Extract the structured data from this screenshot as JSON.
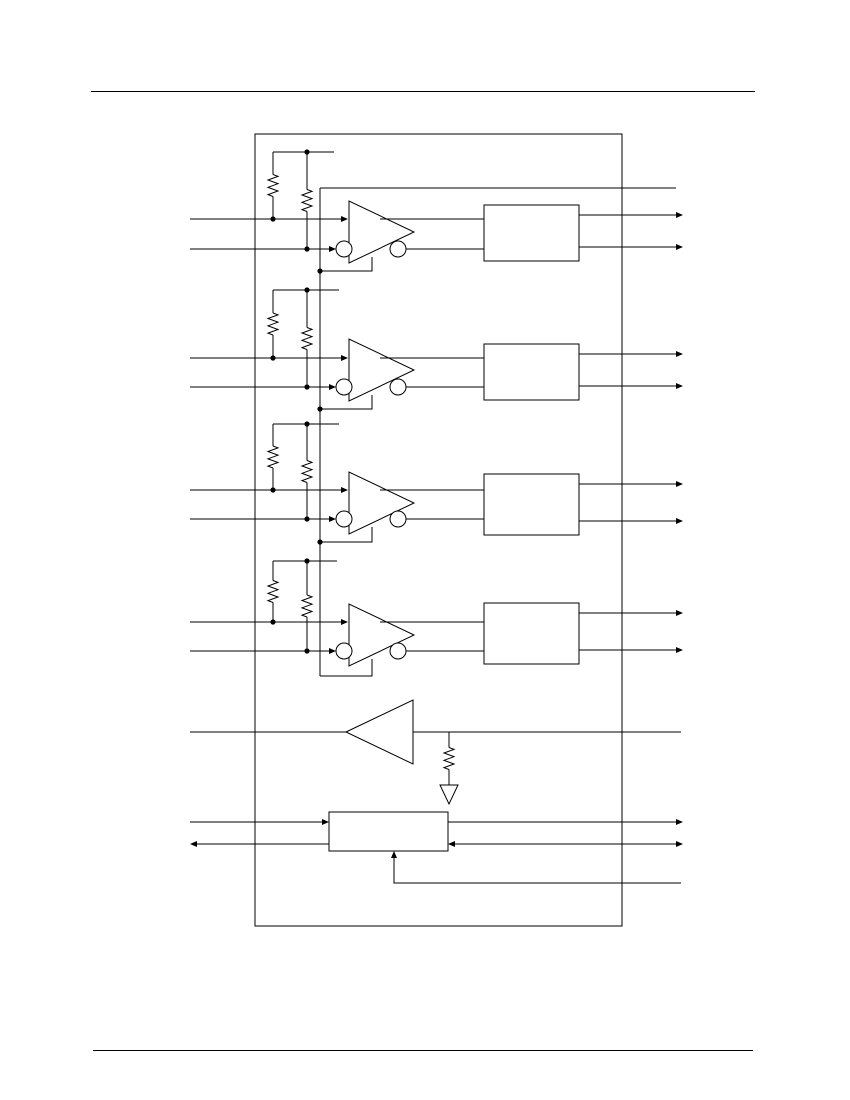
{
  "page": {
    "header_rule": true,
    "footer_rule": true
  },
  "diagram": {
    "type": "block-diagram",
    "text_labels": [],
    "channels": 4,
    "components": {
      "receivers_with_termination": 4,
      "logic_blocks": 4,
      "buffer_amplifier": 1,
      "control_block": 1,
      "termination_resistors": 9,
      "ground_symbols": 1
    },
    "colors": {
      "line": "#000000",
      "background": "#ffffff"
    }
  }
}
